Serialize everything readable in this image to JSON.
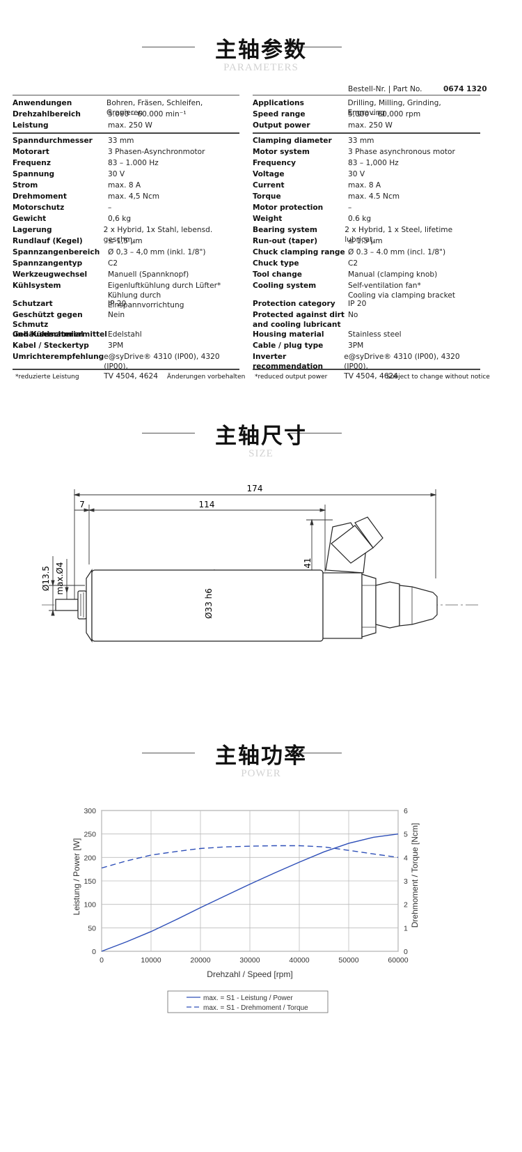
{
  "sections": {
    "parameters": {
      "title": "主轴参数",
      "subtitle": "PARAMETERS"
    },
    "size": {
      "title": "主轴尺寸",
      "subtitle": "SIZE"
    },
    "power": {
      "title": "主轴功率",
      "subtitle": "POWER"
    }
  },
  "params": {
    "order_label": "Bestell-Nr. | Part No.",
    "order_value": "0674 1320",
    "de_rows": [
      [
        "Anwendungen",
        "Bohren, Fräsen, Schleifen, Gravieren"
      ],
      [
        "Drehzahlbereich",
        "5.000 – 60.000 min⁻¹"
      ],
      [
        "Leistung",
        "max. 250 W"
      ],
      [
        "Spanndurchmesser",
        "33 mm"
      ],
      [
        "Motorart",
        "3 Phasen-Asynchronmotor"
      ],
      [
        "Frequenz",
        "83 – 1.000 Hz"
      ],
      [
        "Spannung",
        "30 V"
      ],
      [
        "Strom",
        "max. 8 A"
      ],
      [
        "Drehmoment",
        "max. 4,5 Ncm"
      ],
      [
        "Motorschutz",
        "–"
      ],
      [
        "Gewicht",
        "0,6 kg"
      ],
      [
        "Lagerung",
        "2 x Hybrid, 1x Stahl, lebensd. geschm."
      ],
      [
        "Rundlauf (Kegel)",
        "≤ 1,5 µm"
      ],
      [
        "Spannzangenbereich",
        "Ø 0,3 – 4,0 mm (inkl. 1/8\")"
      ],
      [
        "Spannzangentyp",
        "C2"
      ],
      [
        "Werkzeugwechsel",
        "Manuell (Spannknopf)"
      ],
      [
        "Kühlsystem",
        "Eigenluftkühlung durch Lüfter*\nKühlung durch Einspannvorrichtung"
      ],
      [
        "Schutzart",
        "IP 20"
      ],
      [
        "Geschützt gegen Schmutz\nund Kühlschmiermittel",
        "Nein"
      ],
      [
        "Gehäusematerial",
        "Edelstahl"
      ],
      [
        "Kabel / Steckertyp",
        "3PM"
      ],
      [
        "Umrichterempfehlung",
        "e@syDrive® 4310 (IP00), 4320 (IP00),\nTV 4504, 4624"
      ]
    ],
    "en_rows": [
      [
        "Applications",
        "Drilling, Milling, Grinding, Engraving"
      ],
      [
        "Speed range",
        "5,000 – 60,000 rpm"
      ],
      [
        "Output power",
        "max. 250 W"
      ],
      [
        "Clamping diameter",
        "33 mm"
      ],
      [
        "Motor system",
        "3 Phase asynchronous motor"
      ],
      [
        "Frequency",
        "83 – 1,000 Hz"
      ],
      [
        "Voltage",
        "30 V"
      ],
      [
        "Current",
        "max. 8 A"
      ],
      [
        "Torque",
        "max. 4.5 Ncm"
      ],
      [
        "Motor protection",
        "–"
      ],
      [
        "Weight",
        "0.6 kg"
      ],
      [
        "Bearing system",
        "2 x Hybrid, 1 x Steel, lifetime lubricat."
      ],
      [
        "Run-out (taper)",
        "≤ 1.5 µm"
      ],
      [
        "Chuck clamping range",
        "Ø 0.3 – 4.0 mm (incl. 1/8\")"
      ],
      [
        "Chuck type",
        "C2"
      ],
      [
        "Tool change",
        "Manual (clamping knob)"
      ],
      [
        "Cooling system",
        "Self-ventilation fan*\nCooling via clamping bracket"
      ],
      [
        "Protection category",
        "IP 20"
      ],
      [
        "Protected against dirt\nand cooling lubricant",
        "No"
      ],
      [
        "Housing material",
        "Stainless steel"
      ],
      [
        "Cable / plug type",
        "3PM"
      ],
      [
        "Inverter recommendation",
        "e@syDrive® 4310 (IP00), 4320 (IP00),\nTV 4504, 4624"
      ]
    ],
    "de_footnote_left": "*reduzierte Leistung",
    "de_footnote_right": "Änderungen vorbehalten",
    "en_footnote_left": "*reduced output power",
    "en_footnote_right": "Subject to change without notice"
  },
  "dimensions": {
    "overall": "174",
    "body_length": "114",
    "nose_length": "7",
    "connector_height": "41",
    "collet_diameter": "Ø13.5",
    "tool_max": "max.Ø4",
    "housing_diameter": "Ø33 h6"
  },
  "chart_data": {
    "type": "line",
    "xlabel": "Drehzahl / Speed [rpm]",
    "ylabel": "Leistung / Power [W]",
    "y2label": "Drehmoment / Torque [Ncm]",
    "xlim": [
      0,
      60000
    ],
    "ylim": [
      0,
      300
    ],
    "y2lim": [
      0,
      6
    ],
    "xticks": [
      "0",
      "10000",
      "20000",
      "30000",
      "40000",
      "50000",
      "60000"
    ],
    "yticks": [
      "0",
      "50",
      "100",
      "150",
      "200",
      "250",
      "300"
    ],
    "y2ticks": [
      "0",
      "1",
      "2",
      "3",
      "4",
      "5",
      "6"
    ],
    "grid": true,
    "series": [
      {
        "name": "max. = S1 - Leistung / Power",
        "axis": "left",
        "style": "solid",
        "color": "#2e4fb8",
        "x": [
          0,
          5000,
          10000,
          15000,
          20000,
          25000,
          30000,
          35000,
          40000,
          45000,
          50000,
          55000,
          60000
        ],
        "y": [
          0,
          20,
          42,
          67,
          93,
          118,
          143,
          167,
          190,
          212,
          230,
          243,
          250
        ]
      },
      {
        "name": "max. = S1 - Drehmoment / Torque",
        "axis": "right",
        "style": "dashed",
        "color": "#2e4fb8",
        "x": [
          0,
          5000,
          10000,
          15000,
          20000,
          25000,
          30000,
          35000,
          40000,
          45000,
          50000,
          55000,
          60000
        ],
        "y": [
          3.55,
          3.85,
          4.1,
          4.25,
          4.38,
          4.45,
          4.48,
          4.5,
          4.5,
          4.45,
          4.3,
          4.15,
          4.0
        ]
      }
    ],
    "legend_position": "bottom"
  }
}
